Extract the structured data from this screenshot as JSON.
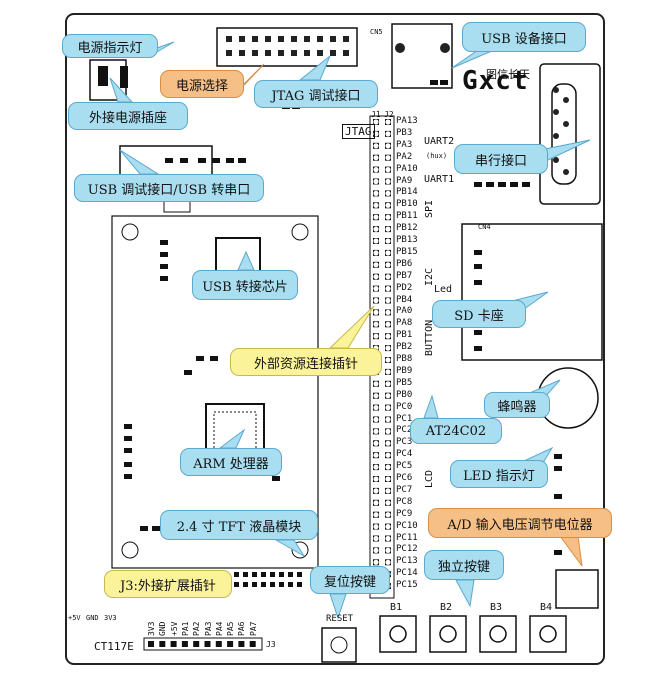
{
  "board": {
    "logo": "Gxct",
    "brand_cn": "图信长天",
    "model": "CT117E",
    "jtag_label": "JTAG",
    "connector_labels": {
      "j1": "J1",
      "j2": "J2",
      "j3": "J3",
      "cn5": "CN5",
      "cn4": "CN4"
    },
    "group_labels": {
      "uart2": "UART2",
      "uart2_sub": "(hux)",
      "uart1": "UART1",
      "spi": "SPI",
      "i2c": "I2C",
      "led": "Led",
      "button": "BUTTON",
      "lcd": "LCD"
    },
    "pins": [
      "PA13",
      "PB3",
      "PA3",
      "PA2",
      "PA10",
      "PA9",
      "PB14",
      "PB10",
      "PB11",
      "PB12",
      "PB13",
      "PB15",
      "PB6",
      "PB7",
      "PD2",
      "PB4",
      "PA0",
      "PA8",
      "PB1",
      "PB2",
      "PB8",
      "PB9",
      "PB5",
      "PB0",
      "PC0",
      "PC1",
      "PC2",
      "PC3",
      "PC4",
      "PC5",
      "PC6",
      "PC7",
      "PC8",
      "PC9",
      "PC10",
      "PC11",
      "PC12",
      "PC13",
      "PC14",
      "PC15"
    ],
    "bottom_pins": [
      "3V3",
      "GND",
      "+5V",
      "PA1",
      "PA2",
      "PA3",
      "PA4",
      "PA5",
      "PA6",
      "PA7"
    ],
    "power_pins": [
      "+5V",
      "GND",
      "3V3"
    ],
    "reset_label": "RESET",
    "buttons": [
      "B1",
      "B2",
      "B3",
      "B4"
    ]
  },
  "callouts": [
    {
      "id": "power-led",
      "text": "电源指示灯",
      "color": "blue"
    },
    {
      "id": "power-select",
      "text": "电源选择",
      "color": "orange"
    },
    {
      "id": "jtag-debug",
      "text": "JTAG 调试接口",
      "color": "blue"
    },
    {
      "id": "usb-device",
      "text": "USB 设备接口",
      "color": "blue"
    },
    {
      "id": "ext-power",
      "text": "外接电源插座",
      "color": "blue"
    },
    {
      "id": "serial-port",
      "text": "串行接口",
      "color": "blue"
    },
    {
      "id": "usb-debug",
      "text": "USB 调试接口/USB 转串口",
      "color": "blue"
    },
    {
      "id": "usb-chip",
      "text": "USB 转接芯片",
      "color": "blue"
    },
    {
      "id": "sd-socket",
      "text": "SD 卡座",
      "color": "blue"
    },
    {
      "id": "ext-connector",
      "text": "外部资源连接插针",
      "color": "yellow"
    },
    {
      "id": "buzzer",
      "text": "蜂鸣器",
      "color": "blue"
    },
    {
      "id": "eeprom",
      "text": "AT24C02",
      "color": "blue"
    },
    {
      "id": "arm-cpu",
      "text": "ARM 处理器",
      "color": "blue"
    },
    {
      "id": "led-indicator",
      "text": "LED 指示灯",
      "color": "blue"
    },
    {
      "id": "pot",
      "text": "A/D 输入电压调节电位器",
      "color": "orange"
    },
    {
      "id": "tft-module",
      "text": "2.4 寸 TFT 液晶模块",
      "color": "blue"
    },
    {
      "id": "j3-header",
      "text": "J3:外接扩展插针",
      "color": "yellow"
    },
    {
      "id": "reset-button",
      "text": "复位按键",
      "color": "blue"
    },
    {
      "id": "user-buttons",
      "text": "独立按键",
      "color": "blue"
    }
  ]
}
